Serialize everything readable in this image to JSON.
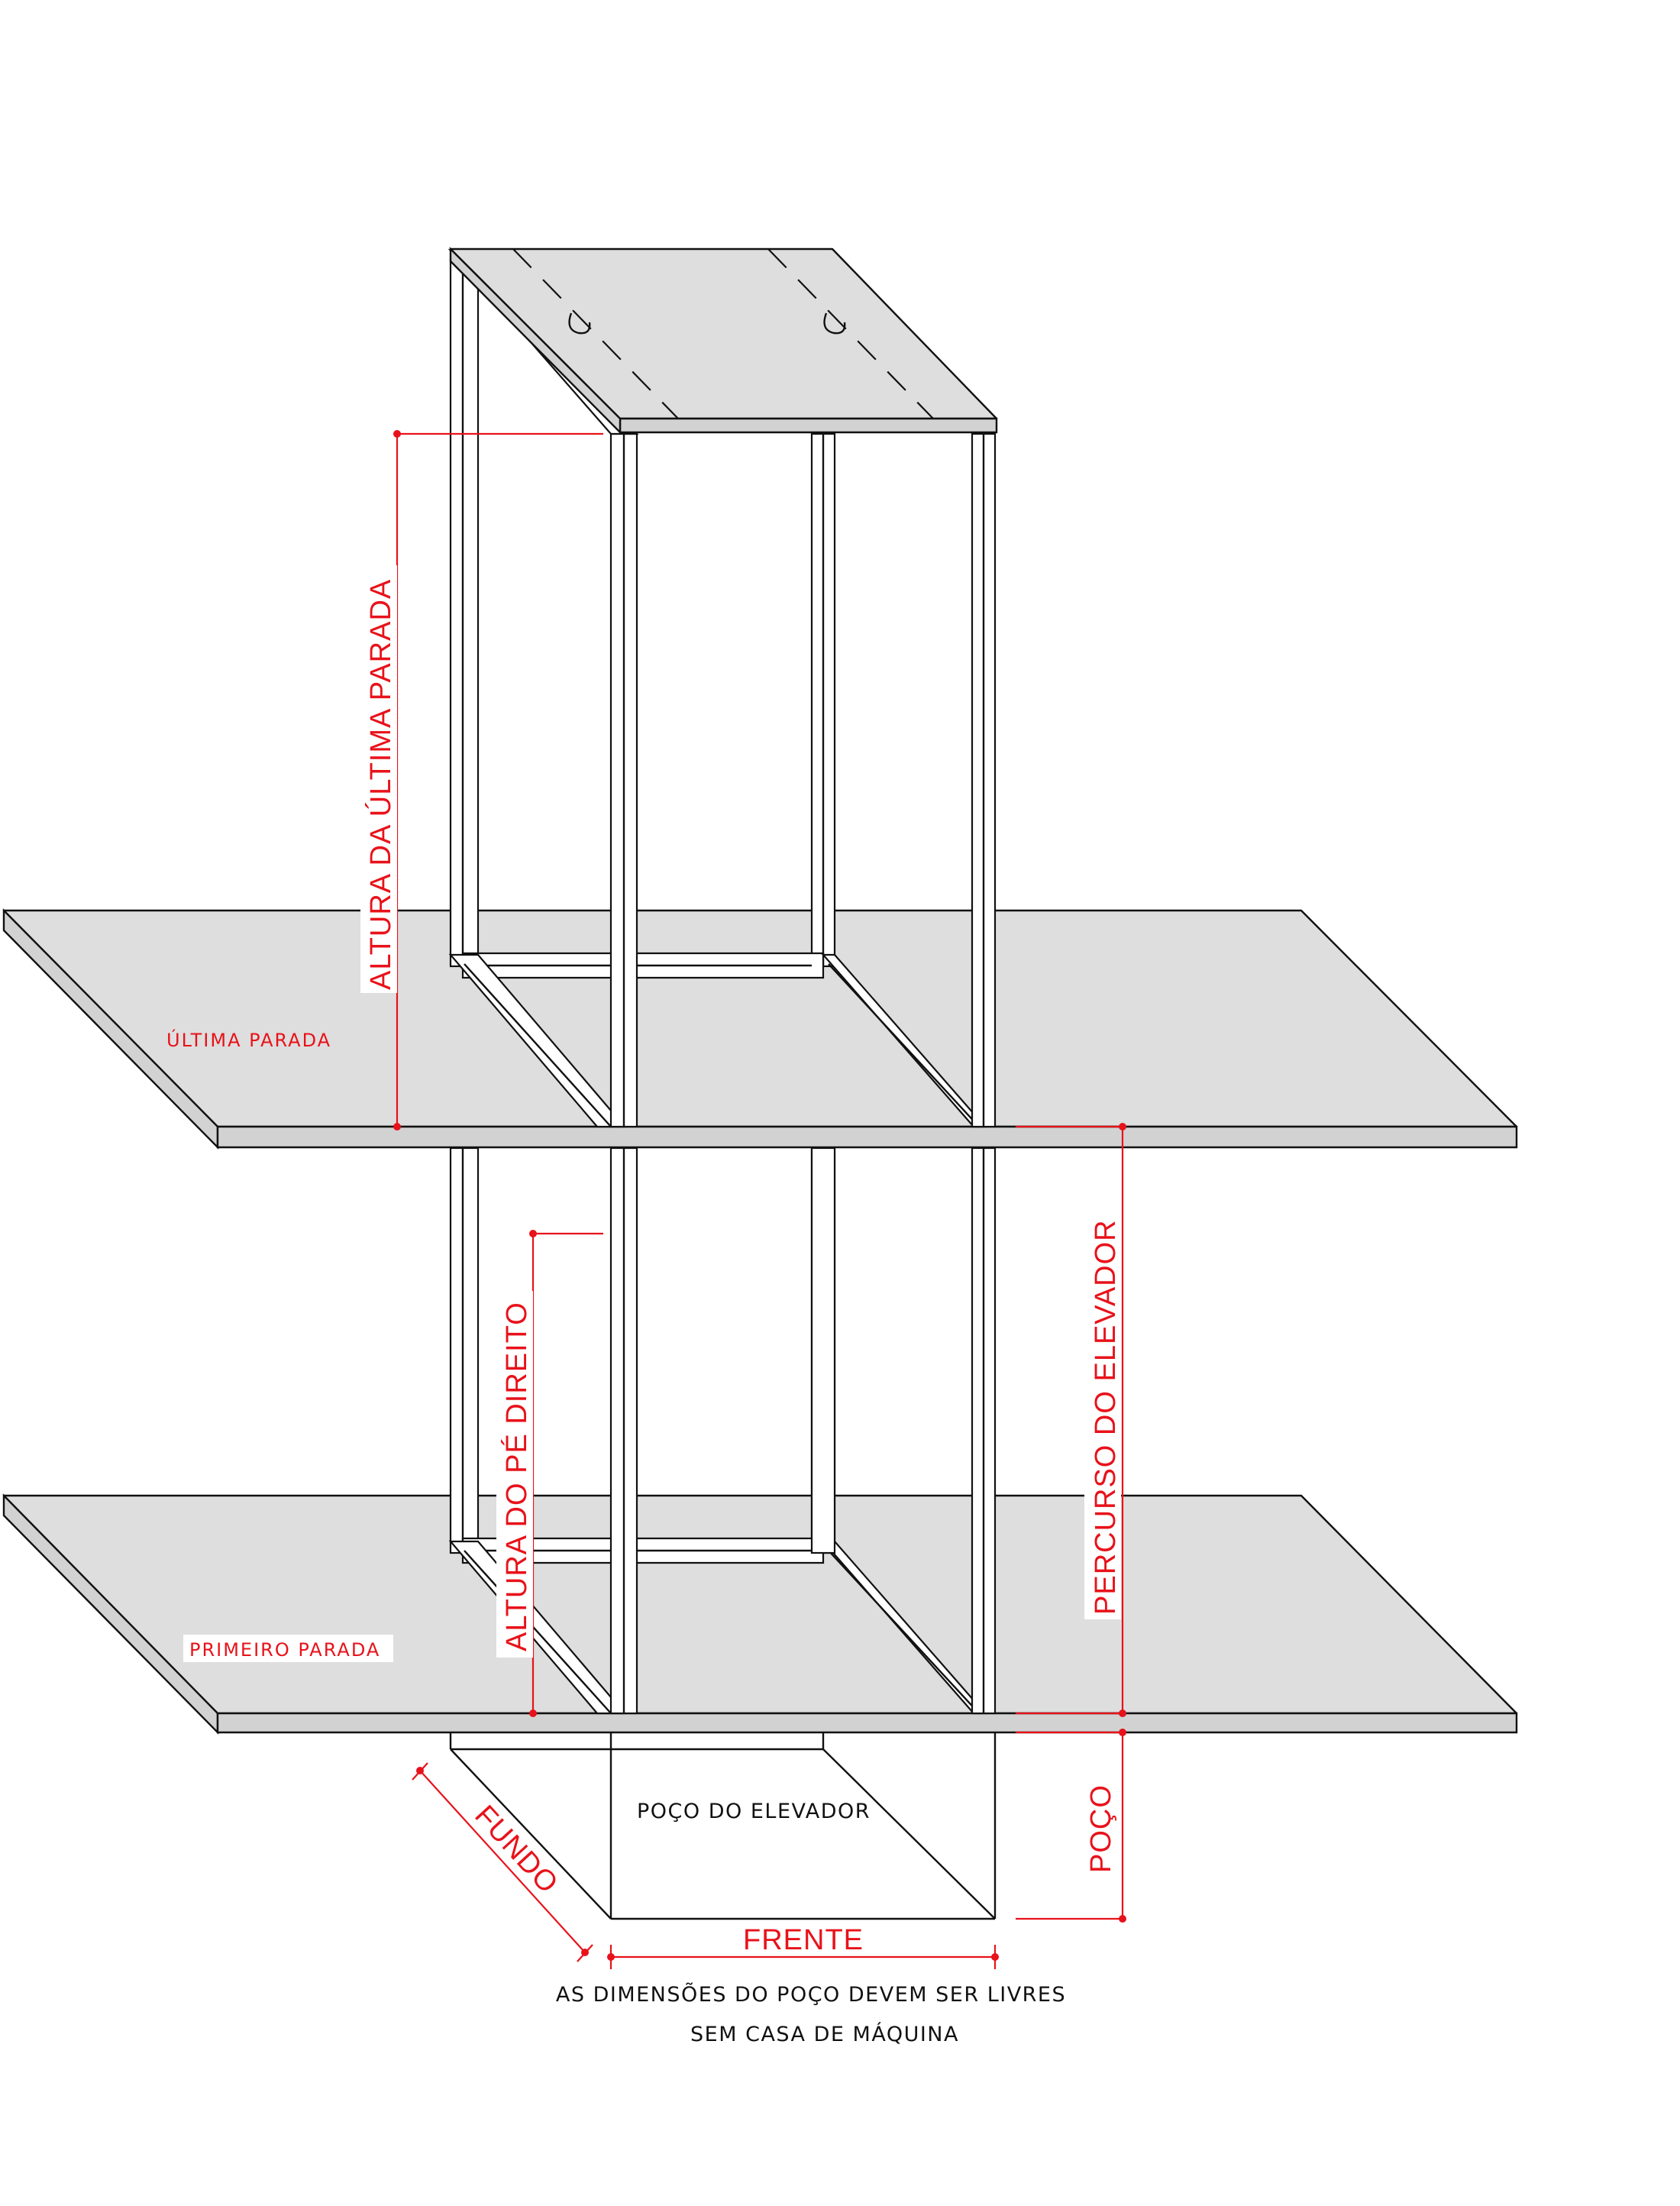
{
  "labels": {
    "altura_ultima_parada": "ALTURA DA ÚLTIMA PARADA",
    "ultima_parada": "ÚLTIMA PARADA",
    "altura_pe_direito": "ALTURA DO PÉ DIREITO",
    "percurso_elevador": "PERCURSO DO ELEVADOR",
    "primeiro_parada": "PRIMEIRO PARADA",
    "poco_elevador": "POÇO DO ELEVADOR",
    "poco": "POÇO",
    "fundo": "FUNDO",
    "frente": "FRENTE",
    "nota_linha_1": "AS DIMENSÕES DO POÇO DEVEM SER LIVRES",
    "nota_linha_2": "SEM CASA DE MÁQUINA"
  },
  "colors": {
    "dimension": "#e8121a",
    "slab_fill": "#dedede",
    "outline": "#111111"
  }
}
